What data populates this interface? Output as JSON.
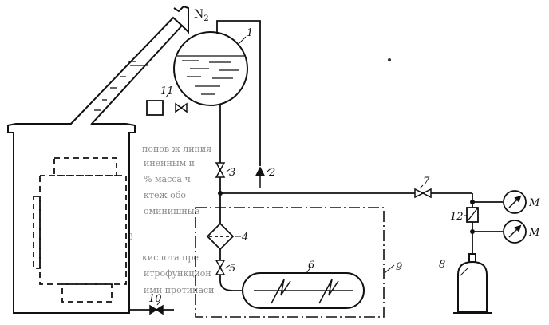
{
  "gas_label": "N",
  "gas_sub": "2",
  "gauge_label": "M",
  "bleed_lines": [
    "понов ж линия",
    "иненным и",
    "% масса ч",
    "ктеж обо",
    "оминишные",
    "3",
    "кислота пре",
    "итрофункцион",
    "ими протинаси"
  ],
  "components": [
    {
      "id": "receiver",
      "number": "1"
    },
    {
      "id": "valve-2",
      "number": "2"
    },
    {
      "id": "valve-3",
      "number": "3"
    },
    {
      "id": "filter",
      "number": "4"
    },
    {
      "id": "valve-5",
      "number": "5"
    },
    {
      "id": "reactor",
      "number": "6"
    },
    {
      "id": "valve-7",
      "number": "7"
    },
    {
      "id": "gas-cylinder",
      "number": "8"
    },
    {
      "id": "thermostat-box",
      "number": "9"
    },
    {
      "id": "valve-10",
      "number": "10"
    },
    {
      "id": "square-symbol",
      "number": "11"
    },
    {
      "id": "reducer",
      "number": "12"
    }
  ]
}
